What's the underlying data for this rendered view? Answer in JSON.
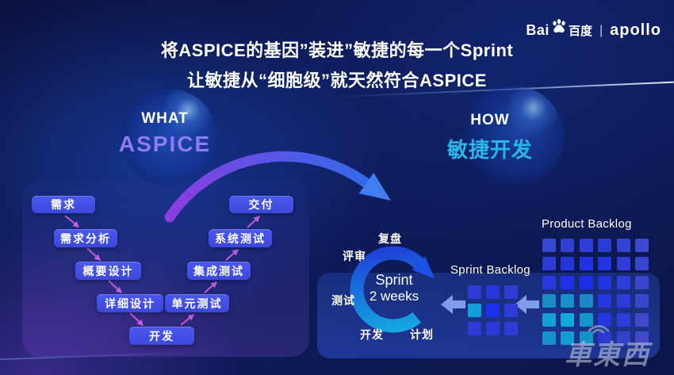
{
  "header": {
    "logo": {
      "bai": "Bai",
      "cn": "百度",
      "sep": "|",
      "apollo": "apollo"
    },
    "title_line1": "将ASPICE的基因”装进”敏捷的每一个Sprint",
    "title_line2": "让敏捷从“细胞级”就天然符合ASPICE"
  },
  "concepts": {
    "left": {
      "eyebrow": "WHAT",
      "name": "ASPICE",
      "color": "#8d7bf5"
    },
    "right": {
      "eyebrow": "HOW",
      "name": "敏捷开发",
      "color": "#29b6ea"
    }
  },
  "vmodel": {
    "boxes": [
      {
        "label": "需求"
      },
      {
        "label": "需求分析"
      },
      {
        "label": "概要设计"
      },
      {
        "label": "详细设计"
      },
      {
        "label": "开发"
      },
      {
        "label": "单元测试"
      },
      {
        "label": "集成测试"
      },
      {
        "label": "系统测试"
      },
      {
        "label": "交付"
      }
    ]
  },
  "sprint": {
    "center_line1": "Sprint",
    "center_line2": "2 weeks",
    "labels": [
      "复盘",
      "评审",
      "测试",
      "开发",
      "计划"
    ]
  },
  "backlogs": {
    "sprint": {
      "label": "Sprint Backlog",
      "cells": [
        "#2c3cd4",
        "#2736dc",
        "#2c3cd4",
        "#14a0d8",
        "#1c30f0",
        "#2c3cd8",
        "#2c3cd4",
        "#2b3ad6",
        "#2c3cd4"
      ]
    },
    "product": {
      "label": "Product Backlog",
      "cells": [
        "#3747d0",
        "#3040d2",
        "#2c3ed6",
        "#2b3cd6",
        "#3343d2",
        "#3d49cc",
        "#2c3cd4",
        "#2535da",
        "#2133e0",
        "#2335e0",
        "#2c3dd8",
        "#3845ce",
        "#2838dc",
        "#1f31e6",
        "#1c2fe8",
        "#2134e4",
        "#2c3eda",
        "#3a47cc",
        "#178cc6",
        "#1590ca",
        "#1b86c8",
        "#2438e0",
        "#2b3cd8",
        "#3947ce",
        "#14a0d6",
        "#12a8dc",
        "#1695cc",
        "#2336e0",
        "#2c3dd6",
        "#4148cc",
        "#1692c8",
        "#149cd2",
        "#1591c8",
        "#2b3bd2",
        "#3242cc",
        "#4646c8"
      ]
    }
  },
  "watermark": {
    "text": "車東西"
  }
}
